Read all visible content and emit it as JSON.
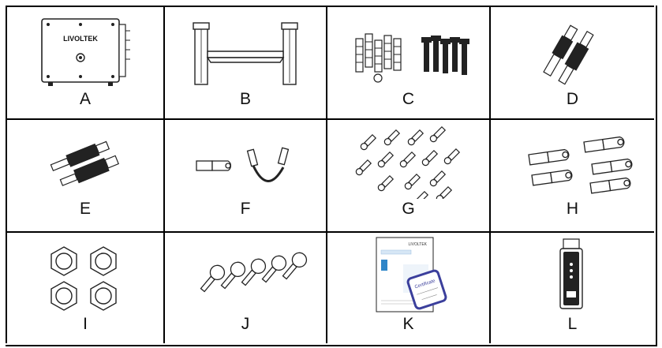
{
  "items": [
    {
      "label": "A",
      "icon": "inverter-icon"
    },
    {
      "label": "B",
      "icon": "wall-bracket-icon"
    },
    {
      "label": "C",
      "icon": "expansion-bolts-and-screws-icon"
    },
    {
      "label": "D",
      "icon": "dc-connector-icon"
    },
    {
      "label": "E",
      "icon": "pv-connector-pair-icon"
    },
    {
      "label": "F",
      "icon": "ground-lug-and-wire-icon"
    },
    {
      "label": "G",
      "icon": "cord-end-terminals-icon"
    },
    {
      "label": "H",
      "icon": "ring-terminals-icon"
    },
    {
      "label": "I",
      "icon": "hex-nuts-icon"
    },
    {
      "label": "J",
      "icon": "pan-head-screws-icon"
    },
    {
      "label": "K",
      "icon": "manual-and-certificate-icon"
    },
    {
      "label": "L",
      "icon": "wifi-dongle-icon"
    }
  ],
  "inverter_brand": "LIVOLTEK",
  "manual_brand": "LIVOLTEK",
  "certificate_text": "Certificate"
}
